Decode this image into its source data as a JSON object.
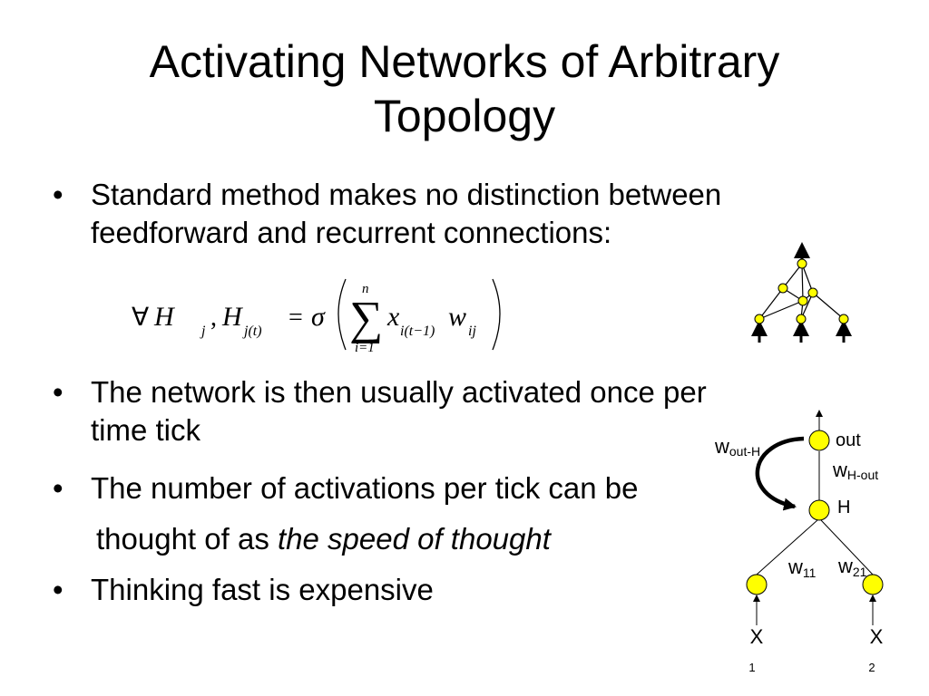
{
  "slide": {
    "title_line1": "Activating Networks of Arbitrary",
    "title_line2": "Topology",
    "bullet_symbol": "•",
    "bullets": [
      {
        "line1": "Standard method makes no distinction between",
        "line2": "feedforward and recurrent connections:"
      },
      {
        "line1": "The network is then usually activated once per",
        "line2": "time tick"
      },
      {
        "line1": "The number of activations per tick can be"
      },
      {
        "line1": "Thinking fast is expensive"
      }
    ],
    "continuation_plain": "thought of as ",
    "continuation_italic": "the speed of thought"
  },
  "equation": {
    "forall": "∀",
    "H": "H",
    "sub_j": "j",
    "comma": ",",
    "sub_jt": "j(t)",
    "equals": "=",
    "sigma": "σ",
    "sum": "∑",
    "upper": "n",
    "lower": "i=1",
    "x": "x",
    "sub_x": "i(t−1)",
    "w": "w",
    "sub_w": "ij"
  },
  "diagram": {
    "node_color": "#ffff00",
    "labels": {
      "out": "out",
      "H": "H",
      "w_out_H_main": "w",
      "w_out_H_sub": "out-H",
      "w_H_out_main": "w",
      "w_H_out_sub": "H-out",
      "w11_main": "w",
      "w11_sub": "11",
      "w21_main": "w",
      "w21_sub": "21",
      "X1_main": "X",
      "X1_sub": "1",
      "X2_main": "X",
      "X2_sub": "2"
    }
  }
}
